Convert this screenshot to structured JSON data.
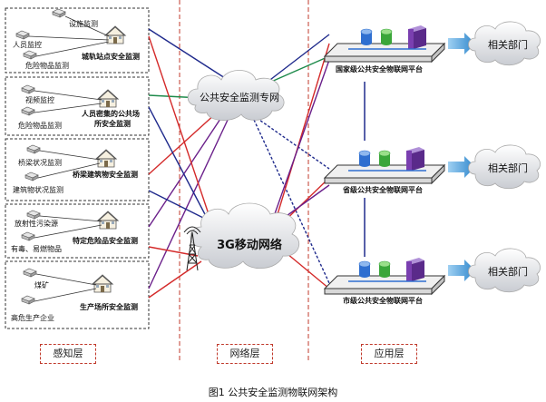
{
  "layers": {
    "perception": "感知层",
    "network": "网络层",
    "application": "应用层"
  },
  "perception_groups": [
    {
      "title": "城轨站点安全监测",
      "items": [
        "设施监测",
        "人员监控",
        "危险物品监测"
      ]
    },
    {
      "title_lines": [
        "人员密集的公共场",
        "所安全监测"
      ],
      "items": [
        "视频监控",
        "危险物品监测"
      ]
    },
    {
      "title": "桥梁建筑物安全监测",
      "items": [
        "桥梁状况监测",
        "建筑物状况监测"
      ]
    },
    {
      "title": "特定危险品安全监测",
      "items": [
        "放射性污染源",
        "有毒、易燃物品"
      ]
    },
    {
      "title": "生产场所安全监测",
      "items": [
        "煤矿",
        "高危生产企业"
      ]
    }
  ],
  "networks": {
    "private": "公共安全监测专网",
    "mobile": "3G移动网络"
  },
  "platforms": [
    {
      "label": "国家级公共安全物联网平台",
      "dept": "相关部门"
    },
    {
      "label": "省级公共安全物联网平台",
      "dept": "相关部门"
    },
    {
      "label": "市级公共安全物联网平台",
      "dept": "相关部门"
    }
  ],
  "caption": "图1 公共安全监测物联网架构",
  "colors": {
    "blue_line": "#1f2a8c",
    "red_line": "#d42a2a",
    "purple_line": "#6a1f8a",
    "green_line": "#1d8a4a",
    "dashed_divider": "#c0392b",
    "arrow": "#3d8fd0"
  },
  "icons": [
    "house-icon",
    "sensor-device-icon",
    "server-icon",
    "database-cylinder-icon",
    "cloud-icon",
    "antenna-tower-icon",
    "arrow-right-icon"
  ]
}
